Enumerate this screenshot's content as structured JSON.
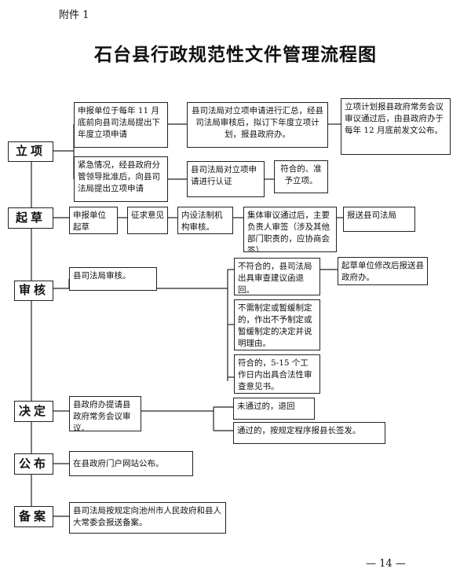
{
  "annex_label": "附件 1",
  "title": "石台县行政规范性文件管理流程图",
  "page_number": "— 14 —",
  "stages": {
    "lixiang": {
      "label": "立项",
      "box_a": "申报单位于每年 11 月底前向县司法局提出下年度立项申请",
      "box_b": "县司法局对立项申请进行汇总，经县司法局审核后，拟订下年度立项计划，报县政府办。",
      "box_c": "立项计划报县政府常务会议审议通过后，由县政府办于每年 12 月底前发文公布。",
      "box_d": "紧急情况，经县政府分管领导批准后，向县司法局提出立项申请",
      "box_e": "县司法局对立项申请进行认证",
      "box_f": "符合的、准予立项。"
    },
    "qicao": {
      "label": "起草",
      "box_a": "申报单位起草",
      "box_b": "征求意见",
      "box_c": "内设法制机构审核。",
      "box_d": "集体审议通过后，主要负责人审签（涉及其他部门职责的，应协商会签）。",
      "box_e": "报送县司法局"
    },
    "shenhe": {
      "label": "审核",
      "box_a": "县司法局审核。",
      "box_b": "不符合的，县司法局出具审查建议函退回。",
      "box_c": "起草单位修改后报送县政府办。",
      "box_d": "不需制定或暂缓制定的，作出不予制定或暂缓制定的决定并说明理由。",
      "box_e": "符合的，5-15 个工作日内出具合法性审查意见书。"
    },
    "jueding": {
      "label": "决定",
      "box_a": "县政府办提请县政府常务会议审议。",
      "box_b": "未通过的，退回",
      "box_c": "通过的，按规定程序报县长签发。"
    },
    "gongbu": {
      "label": "公布",
      "box_a": "在县政府门户网站公布。"
    },
    "bei_an": {
      "label": "备案",
      "box_a": "县司法局按规定向池州市人民政府和县人大常委会报送备案。"
    }
  }
}
